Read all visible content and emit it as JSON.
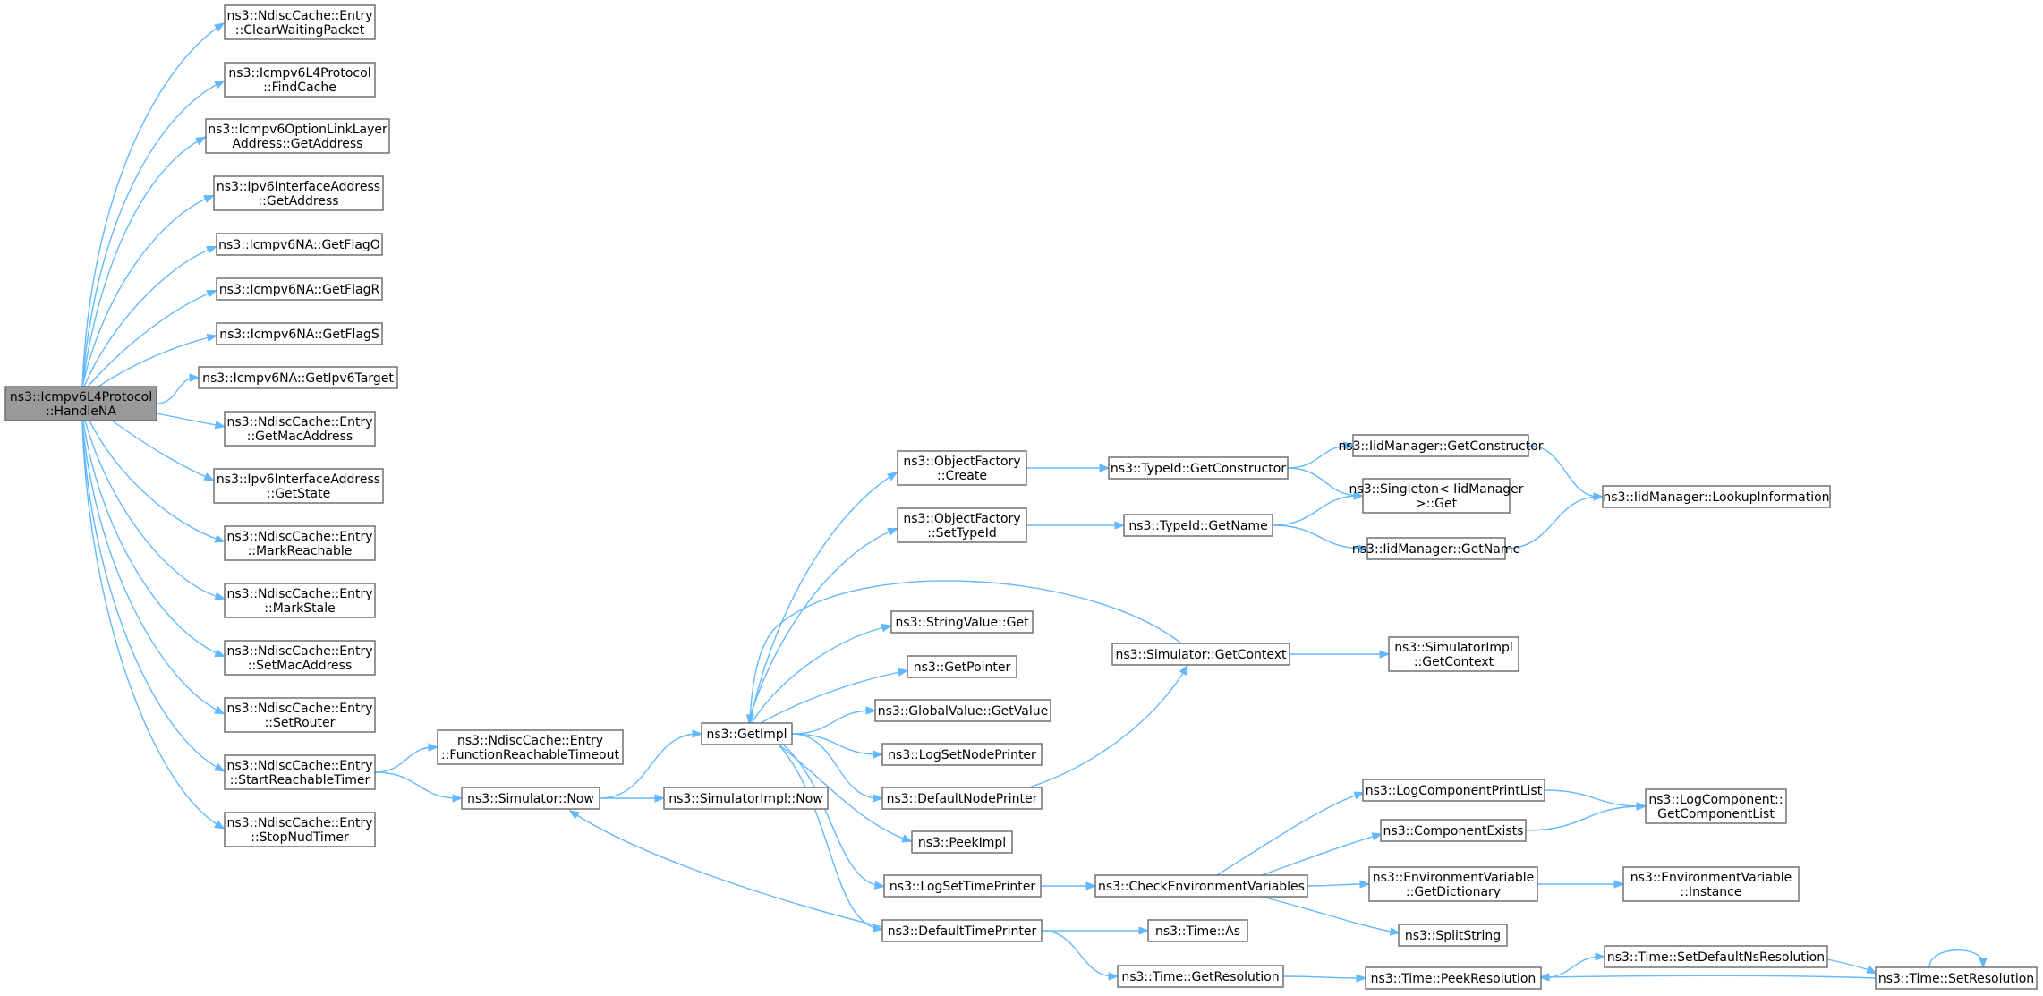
{
  "graph": {
    "edge_color": "#63b8ff",
    "node_border": "#666666",
    "root_fill": "#999999",
    "nodes": [
      {
        "id": "handlena",
        "lines": [
          "ns3::Icmpv6L4Protocol",
          "::HandleNA"
        ],
        "root": true
      },
      {
        "id": "clearwaitingpacket",
        "lines": [
          "ns3::NdiscCache::Entry",
          "::ClearWaitingPacket"
        ]
      },
      {
        "id": "findcache",
        "lines": [
          "ns3::Icmpv6L4Protocol",
          "::FindCache"
        ]
      },
      {
        "id": "optlinklayer-getaddress",
        "lines": [
          "ns3::Icmpv6OptionLinkLayer",
          "Address::GetAddress"
        ]
      },
      {
        "id": "ipv6ifaddr-getaddress",
        "lines": [
          "ns3::Ipv6InterfaceAddress",
          "::GetAddress"
        ]
      },
      {
        "id": "getflago",
        "lines": [
          "ns3::Icmpv6NA::GetFlagO"
        ]
      },
      {
        "id": "getflagr",
        "lines": [
          "ns3::Icmpv6NA::GetFlagR"
        ]
      },
      {
        "id": "getflags",
        "lines": [
          "ns3::Icmpv6NA::GetFlagS"
        ]
      },
      {
        "id": "getipv6target",
        "lines": [
          "ns3::Icmpv6NA::GetIpv6Target"
        ]
      },
      {
        "id": "getmacaddress",
        "lines": [
          "ns3::NdiscCache::Entry",
          "::GetMacAddress"
        ]
      },
      {
        "id": "getstate",
        "lines": [
          "ns3::Ipv6InterfaceAddress",
          "::GetState"
        ]
      },
      {
        "id": "markreachable",
        "lines": [
          "ns3::NdiscCache::Entry",
          "::MarkReachable"
        ]
      },
      {
        "id": "markstale",
        "lines": [
          "ns3::NdiscCache::Entry",
          "::MarkStale"
        ]
      },
      {
        "id": "setmacaddress",
        "lines": [
          "ns3::NdiscCache::Entry",
          "::SetMacAddress"
        ]
      },
      {
        "id": "setrouter",
        "lines": [
          "ns3::NdiscCache::Entry",
          "::SetRouter"
        ]
      },
      {
        "id": "startreachabletimer",
        "lines": [
          "ns3::NdiscCache::Entry",
          "::StartReachableTimer"
        ]
      },
      {
        "id": "stopnudtimer",
        "lines": [
          "ns3::NdiscCache::Entry",
          "::StopNudTimer"
        ]
      },
      {
        "id": "functionreachabletimeout",
        "lines": [
          "ns3::NdiscCache::Entry",
          "::FunctionReachableTimeout"
        ]
      },
      {
        "id": "simulator-now",
        "lines": [
          "ns3::Simulator::Now"
        ]
      },
      {
        "id": "simulatorimpl-now",
        "lines": [
          "ns3::SimulatorImpl::Now"
        ]
      },
      {
        "id": "getimpl",
        "lines": [
          "ns3::GetImpl"
        ]
      },
      {
        "id": "objectfactory-create",
        "lines": [
          "ns3::ObjectFactory",
          "::Create"
        ]
      },
      {
        "id": "objectfactory-settypeid",
        "lines": [
          "ns3::ObjectFactory",
          "::SetTypeId"
        ]
      },
      {
        "id": "stringvalue-get",
        "lines": [
          "ns3::StringValue::Get"
        ]
      },
      {
        "id": "getpointer",
        "lines": [
          "ns3::GetPointer"
        ]
      },
      {
        "id": "globalvalue-getvalue",
        "lines": [
          "ns3::GlobalValue::GetValue"
        ]
      },
      {
        "id": "logsetnodeprinter",
        "lines": [
          "ns3::LogSetNodePrinter"
        ]
      },
      {
        "id": "defaultnodeprinter",
        "lines": [
          "ns3::DefaultNodePrinter"
        ]
      },
      {
        "id": "peekimpl",
        "lines": [
          "ns3::PeekImpl"
        ]
      },
      {
        "id": "logsettimeprinter",
        "lines": [
          "ns3::LogSetTimePrinter"
        ]
      },
      {
        "id": "defaulttimeprinter",
        "lines": [
          "ns3::DefaultTimePrinter"
        ]
      },
      {
        "id": "typeid-getconstructor",
        "lines": [
          "ns3::TypeId::GetConstructor"
        ]
      },
      {
        "id": "typeid-getname",
        "lines": [
          "ns3::TypeId::GetName"
        ]
      },
      {
        "id": "simulator-getcontext",
        "lines": [
          "ns3::Simulator::GetContext"
        ]
      },
      {
        "id": "checkenvvars",
        "lines": [
          "ns3::CheckEnvironmentVariables"
        ]
      },
      {
        "id": "time-as",
        "lines": [
          "ns3::Time::As"
        ]
      },
      {
        "id": "time-getresolution",
        "lines": [
          "ns3::Time::GetResolution"
        ]
      },
      {
        "id": "iidmanager-getconstructor",
        "lines": [
          "ns3::IidManager::GetConstructor"
        ]
      },
      {
        "id": "singleton-get",
        "lines": [
          "ns3::Singleton< IidManager",
          ">::Get"
        ]
      },
      {
        "id": "iidmanager-getname",
        "lines": [
          "ns3::IidManager::GetName"
        ]
      },
      {
        "id": "simulatorimpl-getcontext",
        "lines": [
          "ns3::SimulatorImpl",
          "::GetContext"
        ]
      },
      {
        "id": "logcomponentprintlist",
        "lines": [
          "ns3::LogComponentPrintList"
        ]
      },
      {
        "id": "componentexists",
        "lines": [
          "ns3::ComponentExists"
        ]
      },
      {
        "id": "envvar-getdictionary",
        "lines": [
          "ns3::EnvironmentVariable",
          "::GetDictionary"
        ]
      },
      {
        "id": "splitstring",
        "lines": [
          "ns3::SplitString"
        ]
      },
      {
        "id": "time-peekresolution",
        "lines": [
          "ns3::Time::PeekResolution"
        ]
      },
      {
        "id": "iidmanager-lookupinformation",
        "lines": [
          "ns3::IidManager::LookupInformation"
        ]
      },
      {
        "id": "logcomponent-getcomponentlist",
        "lines": [
          "ns3::LogComponent::",
          "GetComponentList"
        ]
      },
      {
        "id": "envvar-instance",
        "lines": [
          "ns3::EnvironmentVariable",
          "::Instance"
        ]
      },
      {
        "id": "time-setdefaultnsresolution",
        "lines": [
          "ns3::Time::SetDefaultNsResolution"
        ]
      },
      {
        "id": "time-setresolution",
        "lines": [
          "ns3::Time::SetResolution"
        ]
      }
    ],
    "edges": [
      [
        "handlena",
        "clearwaitingpacket"
      ],
      [
        "handlena",
        "findcache"
      ],
      [
        "handlena",
        "optlinklayer-getaddress"
      ],
      [
        "handlena",
        "ipv6ifaddr-getaddress"
      ],
      [
        "handlena",
        "getflago"
      ],
      [
        "handlena",
        "getflagr"
      ],
      [
        "handlena",
        "getflags"
      ],
      [
        "handlena",
        "getipv6target"
      ],
      [
        "handlena",
        "getmacaddress"
      ],
      [
        "handlena",
        "getstate"
      ],
      [
        "handlena",
        "markreachable"
      ],
      [
        "handlena",
        "markstale"
      ],
      [
        "handlena",
        "setmacaddress"
      ],
      [
        "handlena",
        "setrouter"
      ],
      [
        "handlena",
        "startreachabletimer"
      ],
      [
        "handlena",
        "stopnudtimer"
      ],
      [
        "startreachabletimer",
        "functionreachabletimeout"
      ],
      [
        "startreachabletimer",
        "simulator-now"
      ],
      [
        "simulator-now",
        "getimpl"
      ],
      [
        "simulator-now",
        "simulatorimpl-now"
      ],
      [
        "getimpl",
        "objectfactory-create"
      ],
      [
        "getimpl",
        "objectfactory-settypeid"
      ],
      [
        "getimpl",
        "stringvalue-get"
      ],
      [
        "getimpl",
        "getpointer"
      ],
      [
        "getimpl",
        "globalvalue-getvalue"
      ],
      [
        "getimpl",
        "logsetnodeprinter"
      ],
      [
        "getimpl",
        "defaultnodeprinter"
      ],
      [
        "getimpl",
        "peekimpl"
      ],
      [
        "getimpl",
        "logsettimeprinter"
      ],
      [
        "getimpl",
        "defaulttimeprinter"
      ],
      [
        "objectfactory-create",
        "typeid-getconstructor"
      ],
      [
        "objectfactory-settypeid",
        "typeid-getname"
      ],
      [
        "typeid-getconstructor",
        "iidmanager-getconstructor"
      ],
      [
        "typeid-getconstructor",
        "singleton-get"
      ],
      [
        "typeid-getname",
        "singleton-get"
      ],
      [
        "typeid-getname",
        "iidmanager-getname"
      ],
      [
        "iidmanager-getconstructor",
        "iidmanager-lookupinformation"
      ],
      [
        "iidmanager-getname",
        "iidmanager-lookupinformation"
      ],
      [
        "simulator-getcontext",
        "getimpl"
      ],
      [
        "simulator-getcontext",
        "simulatorimpl-getcontext"
      ],
      [
        "defaultnodeprinter",
        "simulator-getcontext"
      ],
      [
        "logsettimeprinter",
        "checkenvvars"
      ],
      [
        "checkenvvars",
        "logcomponentprintlist"
      ],
      [
        "checkenvvars",
        "componentexists"
      ],
      [
        "checkenvvars",
        "envvar-getdictionary"
      ],
      [
        "checkenvvars",
        "splitstring"
      ],
      [
        "logcomponentprintlist",
        "logcomponent-getcomponentlist"
      ],
      [
        "componentexists",
        "logcomponent-getcomponentlist"
      ],
      [
        "envvar-getdictionary",
        "envvar-instance"
      ],
      [
        "defaulttimeprinter",
        "simulator-now"
      ],
      [
        "defaulttimeprinter",
        "time-as"
      ],
      [
        "defaulttimeprinter",
        "time-getresolution"
      ],
      [
        "time-getresolution",
        "time-peekresolution"
      ],
      [
        "time-peekresolution",
        "time-setdefaultnsresolution"
      ],
      [
        "time-setdefaultnsresolution",
        "time-setresolution"
      ],
      [
        "time-setresolution",
        "time-peekresolution"
      ],
      [
        "time-setresolution",
        "time-setresolution"
      ]
    ]
  }
}
